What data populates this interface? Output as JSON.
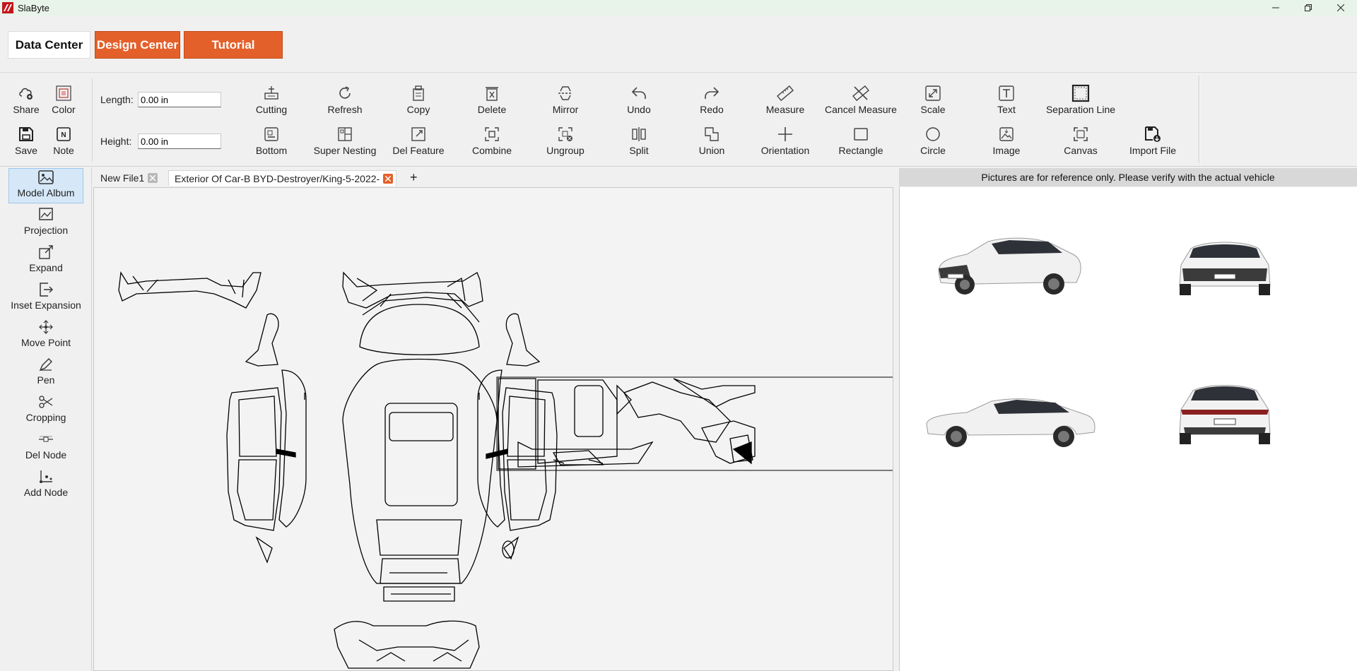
{
  "app": {
    "title": "SlaByte"
  },
  "nav": {
    "data_center": "Data Center",
    "design_center": "Design Center",
    "tutorial": "Tutorial"
  },
  "toolbar": {
    "share": "Share",
    "color": "Color",
    "save": "Save",
    "note": "Note",
    "length_label": "Length:",
    "length_value": "0.00 in",
    "height_label": "Height:",
    "height_value": "0.00 in",
    "row1": [
      "Cutting",
      "Refresh",
      "Copy",
      "Delete",
      "Mirror",
      "Undo",
      "Redo",
      "Measure",
      "Cancel Measure",
      "Scale",
      "Text",
      "Separation Line"
    ],
    "row2": [
      "Bottom",
      "Super Nesting",
      "Del Feature",
      "Combine",
      "Ungroup",
      "Split",
      "Union",
      "Orientation",
      "Rectangle",
      "Circle",
      "Image",
      "Canvas",
      "Import File"
    ]
  },
  "sidebar": {
    "items": [
      "Model Album",
      "Projection",
      "Expand",
      "Inset Expansion",
      "Move Point",
      "Pen",
      "Cropping",
      "Del Node",
      "Add Node"
    ]
  },
  "tabs": {
    "tab1": "New File1",
    "tab2": "Exterior Of Car-B BYD-Destroyer/King-5-2022-",
    "add": "+"
  },
  "reference": {
    "notice": "Pictures are for reference only. Please verify with the actual vehicle"
  },
  "colors": {
    "accent": "#e4602a",
    "active_side": "#d6e8f8",
    "logo": "#c4161c"
  }
}
